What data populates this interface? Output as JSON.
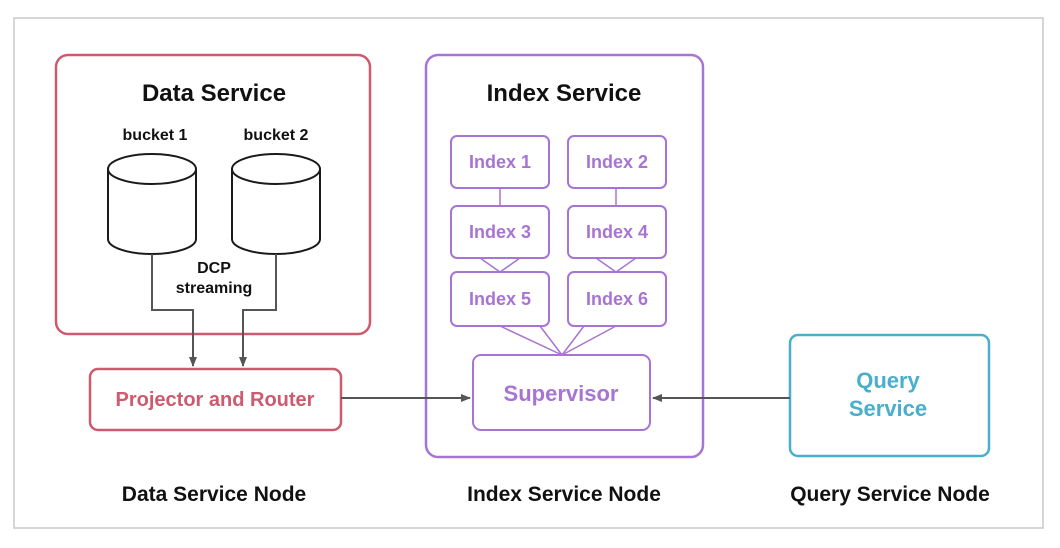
{
  "colors": {
    "data_service": "#cd5a6e",
    "index_service": "#a874d3",
    "query_service": "#4aaecd",
    "frame": "#c9c9c9",
    "arrow": "#555555"
  },
  "data_service": {
    "title": "Data Service",
    "bucket_1": "bucket 1",
    "bucket_2": "bucket 2",
    "dcp_line1": "DCP",
    "dcp_line2": "streaming"
  },
  "projector": {
    "label": "Projector and Router"
  },
  "index_service": {
    "title": "Index Service",
    "indexes": [
      "Index 1",
      "Index 2",
      "Index 3",
      "Index 4",
      "Index 5",
      "Index 6"
    ],
    "supervisor": "Supervisor"
  },
  "query_service": {
    "line1": "Query",
    "line2": "Service"
  },
  "nodes": {
    "data": "Data Service Node",
    "index": "Index Service Node",
    "query": "Query Service Node"
  }
}
